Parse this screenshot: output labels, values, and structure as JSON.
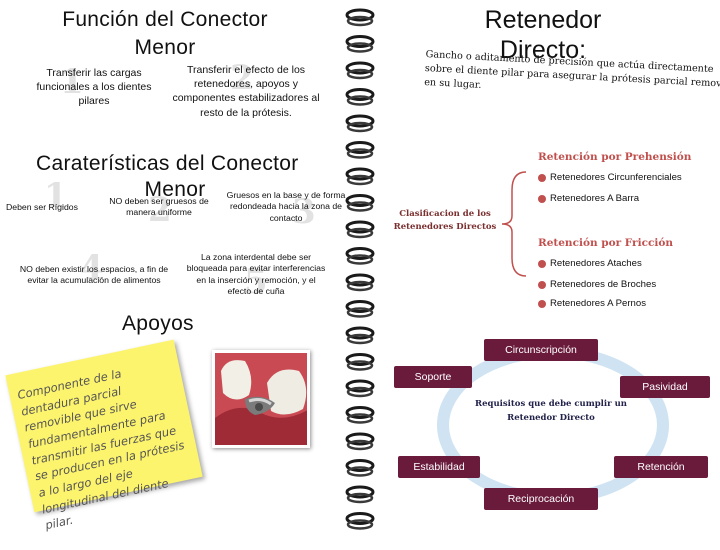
{
  "left": {
    "title_line1": "Función del Conector",
    "title_line2": "Menor",
    "func1_number": "1",
    "func1_text": "Transferir las cargas funcionales a los dientes pilares",
    "func2_number": "2",
    "func2_text": "Transferir el efecto de los retenedores, apoyos y componentes estabilizadores al resto de la prótesis.",
    "char_title_line1": "Caraterísticas del Conector",
    "char_title_line2": "Menor",
    "char1_number": "1",
    "char1_text": "Deben ser Rígidos",
    "char2_number": "2",
    "char2_text": "NO deben ser gruesos de manera uniforme",
    "char3_number": "3",
    "char3_text": "Gruesos en la base y de forma redondeada hacia la zona de contacto",
    "char4_number": "4",
    "char4_text": "NO deben existir los espacios, a fin de evitar la acumulación de alimentos",
    "char5_number": "5",
    "char5_text": "La zona interdental debe ser bloqueada para evitar interferencias en la inserción y remoción, y el efecto de cuña",
    "apoyos_title": "Apoyos",
    "sticky_note": "Componente de la dentadura parcial removible que sirve fundamentalmente para transmitir las fuerzas que se producen en la prótesis a lo largo del eje longitudinal del diente pilar."
  },
  "right": {
    "title_line1": "Retenedor",
    "title_line2": "Directo:",
    "description": "Gancho o aditamento de precisión que actúa directamente sobre el diente pilar para asegurar la prótesis parcial removible en su lugar.",
    "classification_label": "Clasificacion de los Retenedores Directos",
    "prehension_heading": "Retención por Prehensión",
    "prehension_items": [
      "Retenedores Circunferenciales",
      "Retenedores A Barra"
    ],
    "friction_heading": "Retención por Fricción",
    "friction_items": [
      "Retenedores Ataches",
      "Retenedores de Broches",
      "Retenedores A Pernos"
    ],
    "requirements_label": "Requisitos que debe cumplir un Retenedor Directo",
    "cycle": {
      "top": "Circunscripción",
      "upper_left": "Soporte",
      "upper_right": "Pasividad",
      "lower_left": "Estabilidad",
      "lower_right": "Retención",
      "bottom": "Reciprocación"
    }
  },
  "colors": {
    "accent_red": "#c0504d",
    "box_purple": "#6a1b3b",
    "sticky_yellow": "#fdf46e"
  }
}
